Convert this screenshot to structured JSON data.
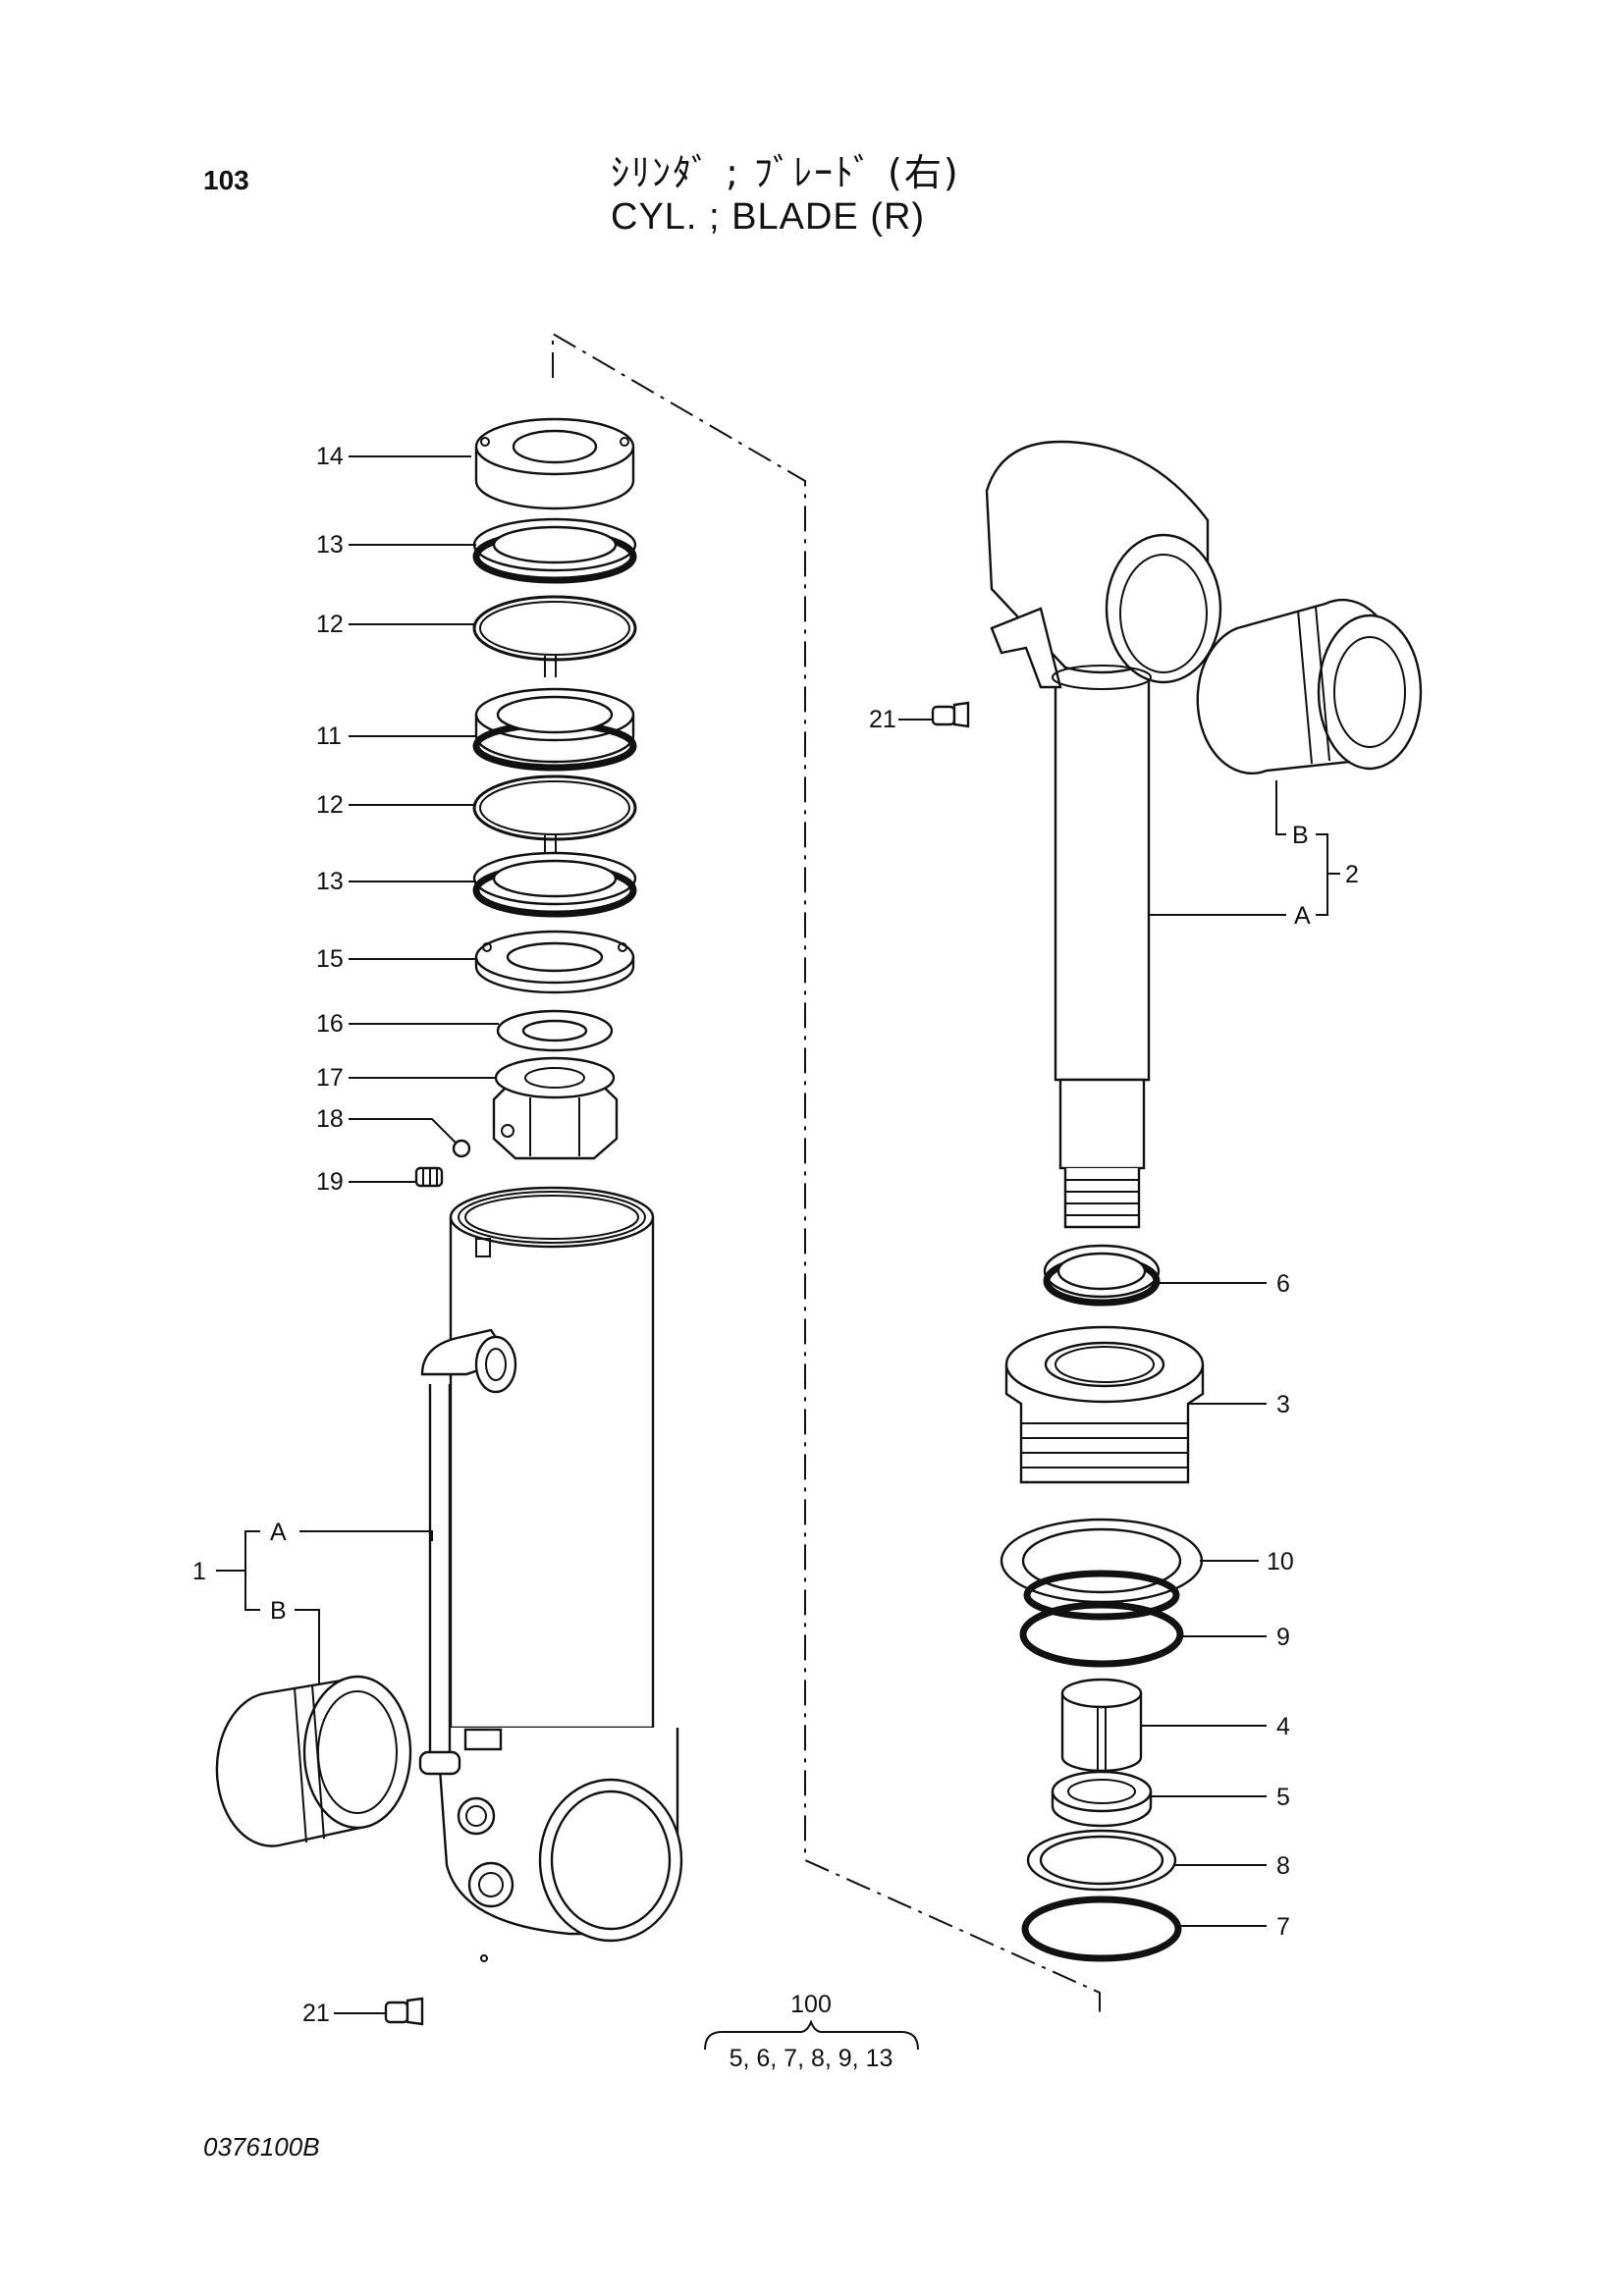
{
  "header": {
    "page_number": "103",
    "title_japanese": "ｼﾘﾝﾀﾞ ; ﾌﾞﾚｰﾄﾞ (右)",
    "title_english": "CYL. ; BLADE (R)"
  },
  "footer": {
    "drawing_code": "0376100B"
  },
  "callouts": {
    "p14": "14",
    "p13a": "13",
    "p12a": "12",
    "p11": "11",
    "p12b": "12",
    "p13b": "13",
    "p15": "15",
    "p16": "16",
    "p17": "17",
    "p18": "18",
    "p19": "19",
    "p1": "1",
    "p1a": "A",
    "p1b": "B",
    "p21a": "21",
    "p21b": "21",
    "p2": "2",
    "p2a": "A",
    "p2b": "B",
    "p6": "6",
    "p3": "3",
    "p10": "10",
    "p9": "9",
    "p4": "4",
    "p5": "5",
    "p8": "8",
    "p7": "7"
  },
  "kit": {
    "number": "100",
    "contents": "5, 6, 7, 8, 9, 13"
  }
}
